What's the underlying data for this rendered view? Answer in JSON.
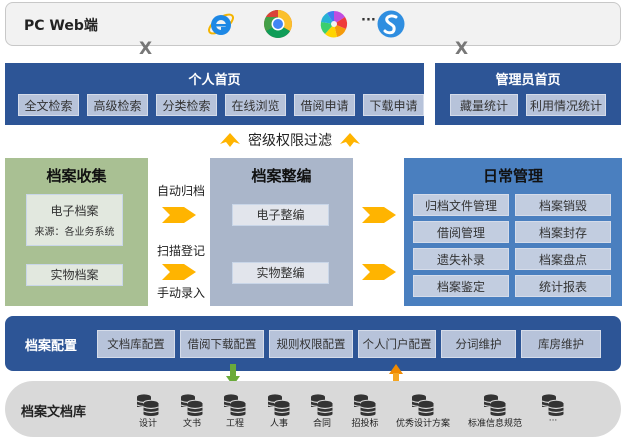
{
  "client_bar": {
    "title": "PC Web端",
    "browsers": [
      {
        "icon": "ie-icon"
      },
      {
        "icon": "chrome-icon"
      },
      {
        "icon": "360-browser-icon"
      },
      {
        "icon": "sogou-browser-icon"
      }
    ],
    "more": "···"
  },
  "link_marks": [
    "X",
    "X"
  ],
  "personal_home": {
    "title": "个人首页",
    "buttons": [
      "全文检索",
      "高级检索",
      "分类检索",
      "在线浏览",
      "借阅申请",
      "下载申请"
    ]
  },
  "admin_home": {
    "title": "管理员首页",
    "buttons": [
      "藏量统计",
      "利用情况统计"
    ]
  },
  "filter_label": "密级权限过滤",
  "collect": {
    "title": "档案收集",
    "electronic": "电子档案",
    "source": "来源：各业务系统",
    "physical": "实物档案"
  },
  "flows": {
    "auto_archive": "自动归档",
    "scan_register": "扫描登记",
    "manual_entry": "手动录入"
  },
  "arrange": {
    "title": "档案整编",
    "electronic": "电子整编",
    "physical": "实物整编"
  },
  "daily": {
    "title": "日常管理",
    "items": [
      "归档文件管理",
      "档案销毁",
      "借阅管理",
      "档案封存",
      "遗失补录",
      "档案盘点",
      "档案鉴定",
      "统计报表"
    ]
  },
  "config": {
    "title": "档案配置",
    "buttons": [
      "文档库配置",
      "借阅下载配置",
      "规则权限配置",
      "个人门户配置",
      "分词维护",
      "库房维护"
    ]
  },
  "library": {
    "title": "档案文档库",
    "items": [
      "设计",
      "文书",
      "工程",
      "人事",
      "合同",
      "招投标",
      "优秀设计方案",
      "标准信息规范",
      "···"
    ]
  },
  "colors": {
    "panel_blue": "#2d5596",
    "daily_blue": "#4a7fbf",
    "collect_green": "#a9c093",
    "arrange_gray_blue": "#aab6ca",
    "arrow_yellow": "#ffb400",
    "down_green": "#6aaa3a",
    "up_orange": "#f08a00"
  }
}
